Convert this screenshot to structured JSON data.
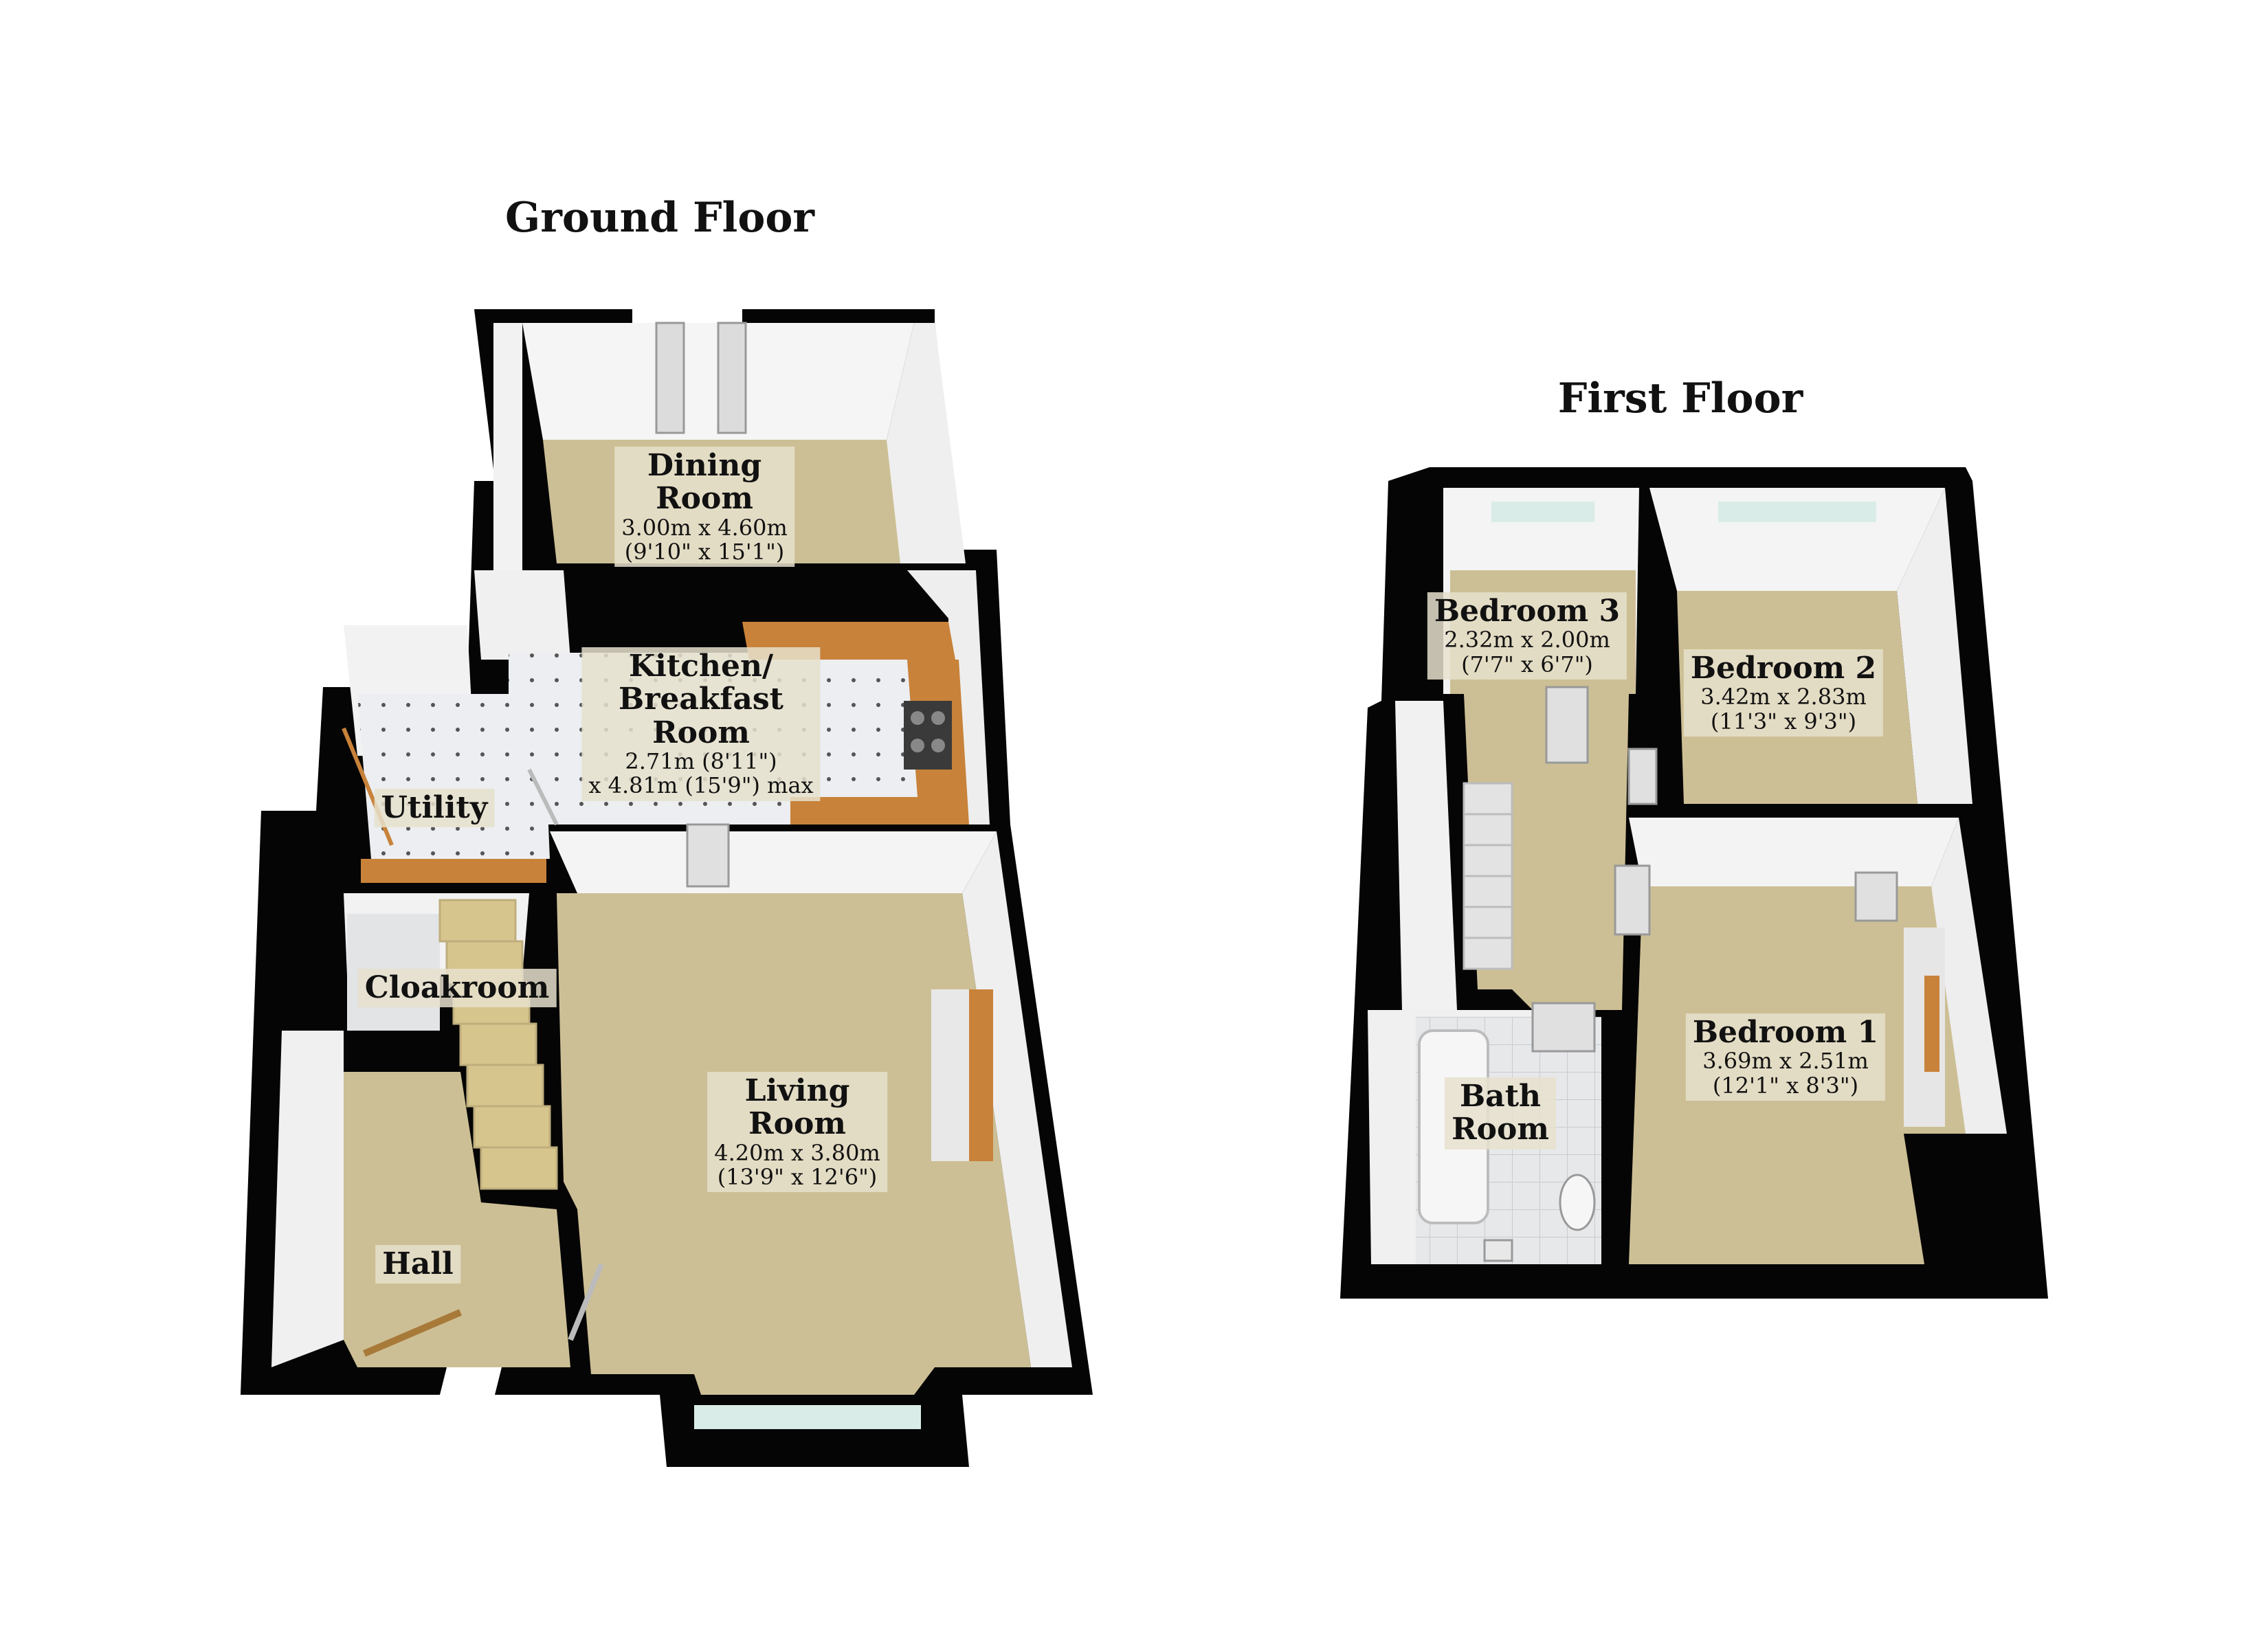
{
  "floors": [
    {
      "title": "Ground Floor"
    },
    {
      "title": "First Floor"
    }
  ],
  "rooms": {
    "dining": {
      "name_1": "Dining",
      "name_2": "Room",
      "dim_1": "3.00m x 4.60m",
      "dim_2": "(9'10\" x 15'1\")"
    },
    "kitchen": {
      "name_1": "Kitchen/",
      "name_2": "Breakfast",
      "name_3": "Room",
      "dim_1": "2.71m (8'11\")",
      "dim_2": "x 4.81m (15'9\") max"
    },
    "utility": {
      "name": "Utility"
    },
    "cloakroom": {
      "name": "Cloakroom"
    },
    "living": {
      "name_1": "Living",
      "name_2": "Room",
      "dim_1": "4.20m x 3.80m",
      "dim_2": "(13'9\" x 12'6\")"
    },
    "hall": {
      "name": "Hall"
    },
    "bedroom3": {
      "name": "Bedroom 3",
      "dim_1": "2.32m x 2.00m",
      "dim_2": "(7'7\" x 6'7\")"
    },
    "bedroom2": {
      "name": "Bedroom 2",
      "dim_1": "3.42m x 2.83m",
      "dim_2": "(11'3\" x 9'3\")"
    },
    "bedroom1": {
      "name": "Bedroom 1",
      "dim_1": "3.69m x 2.51m",
      "dim_2": "(12'1\" x 8'3\")"
    },
    "bathroom": {
      "name_1": "Bath",
      "name_2": "Room"
    }
  },
  "colors": {
    "wall": "#050505",
    "wall_inner": "#f4f4f4",
    "carpet": "#cdbf95",
    "tile": "#e9ebee",
    "worktop": "#c8823a",
    "window": "#d9ece8"
  }
}
